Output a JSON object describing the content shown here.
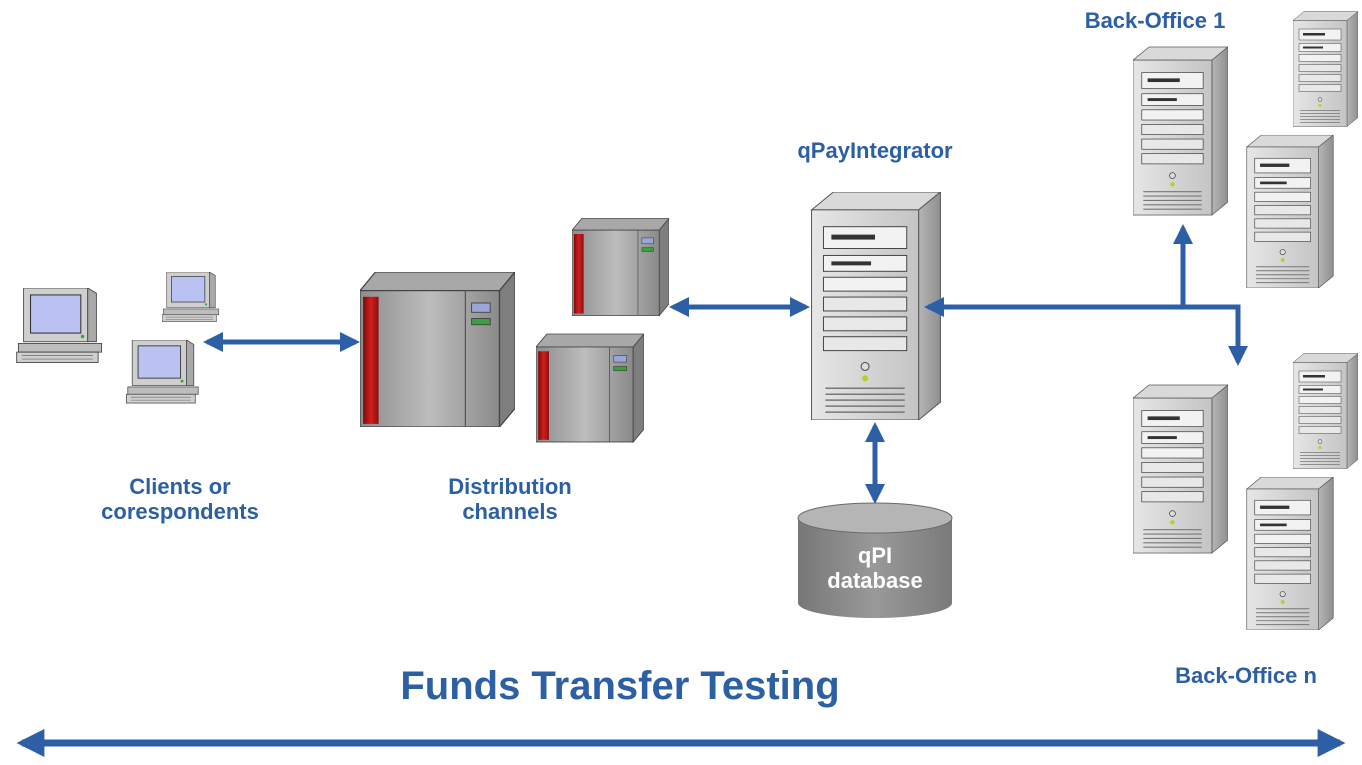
{
  "labels": {
    "clients": [
      "Clients or",
      "corespondents"
    ],
    "distribution": [
      "Distribution",
      "channels"
    ],
    "integrator": "qPayIntegrator",
    "database": [
      "qPI",
      "database"
    ],
    "backoffice_1": "Back-Office 1",
    "backoffice_n": "Back-Office n",
    "title": "Funds Transfer Testing"
  },
  "colors": {
    "arrow": "#2d5fa6",
    "label": "#2c5fa3",
    "server_gray": "#c9c9c9",
    "mainframe_red": "#b01515",
    "database_gray": "#8c8c8c",
    "screen": "#b9c2f0"
  },
  "icons": [
    "desktop-computer-icon",
    "mainframe-icon",
    "tower-server-icon",
    "database-cylinder-icon"
  ]
}
